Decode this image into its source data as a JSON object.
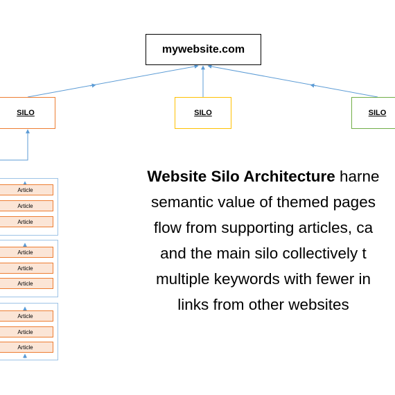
{
  "diagram": {
    "root": {
      "label": "mywebsite.com"
    },
    "silos": [
      {
        "label": "SILO",
        "color": "#ED7D31"
      },
      {
        "label": "SILO",
        "color": "#FFC000"
      },
      {
        "label": "SILO",
        "color": "#70AD47"
      }
    ],
    "article_groups": [
      {
        "articles": [
          "Article",
          "Article",
          "Article"
        ]
      },
      {
        "articles": [
          "Article",
          "Article",
          "Article"
        ]
      },
      {
        "articles": [
          "Article",
          "Article",
          "Article"
        ]
      }
    ],
    "connector_color": "#5B9BD5"
  },
  "description": {
    "bold": "Website Silo Architecture",
    "lines": [
      " harne",
      "semantic value of themed pages",
      "flow from supporting articles, ca",
      "and the main silo collectively t",
      "multiple keywords with fewer in",
      "links from other websites"
    ]
  }
}
